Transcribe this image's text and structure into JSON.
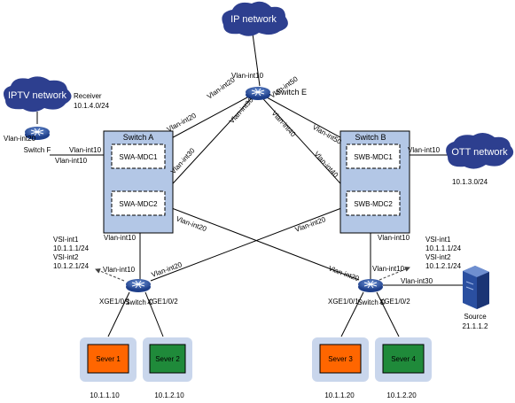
{
  "clouds": {
    "ip": "IP network",
    "iptv": "IPTV network",
    "ott": "OTT network"
  },
  "switches": {
    "a": "Switch A",
    "b": "Switch B",
    "c": "Switch C",
    "d": "Switch D",
    "e": "Switch E",
    "f": "Switch F"
  },
  "mdcs": {
    "swa1": "SWA-MDC1",
    "swa2": "SWA-MDC2",
    "swb1": "SWB-MDC1",
    "swb2": "SWB-MDC2"
  },
  "receiver": {
    "title": "Receiver",
    "ip": "10.1.4.0/24"
  },
  "ott_subnet": "10.1.3.0/24",
  "source": {
    "title": "Source",
    "ip": "21.1.1.2"
  },
  "servers": [
    {
      "name": "Sever 1",
      "ip": "10.1.1.10",
      "color": "#ff6600"
    },
    {
      "name": "Sever 2",
      "ip": "10.1.2.10",
      "color": "#1f8a3a"
    },
    {
      "name": "Sever 3",
      "ip": "10.1.1.20",
      "color": "#ff6600"
    },
    {
      "name": "Sever 4",
      "ip": "10.1.2.20",
      "color": "#1f8a3a"
    }
  ],
  "ports": {
    "c_left": "XGE1/0/1",
    "c_right": "XGE1/0/2",
    "d_left": "XGE1/0/1",
    "d_right": "XGE1/0/2"
  },
  "vsi": {
    "int1": "VSI-int1",
    "int1_ip": "10.1.1.1/24",
    "int2": "VSI-int2",
    "int2_ip": "10.1.2.1/24"
  },
  "vlan": {
    "v10": "Vlan-int10",
    "v20": "Vlan-int20",
    "v30": "Vlan-int30",
    "v40": "Vlan-int40",
    "v50": "Vlan-int50"
  },
  "colors": {
    "cloud": "#2d3f8f",
    "switch_box_fill": "#b3c7e6",
    "server_frame": "#c9d6ec",
    "router": "#2a4fa0"
  }
}
